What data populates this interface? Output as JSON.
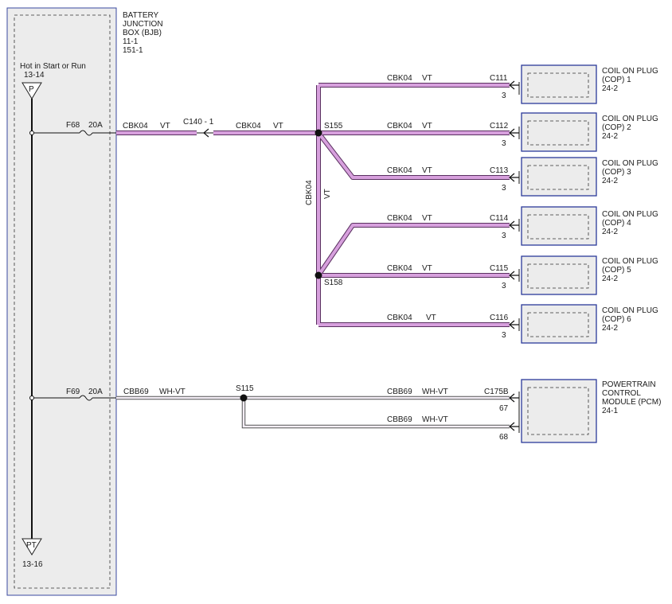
{
  "colors": {
    "wire_vt": "#d7a0dd",
    "wire_vt_edge": "#5a3060",
    "wire_whvt": "#f4eef6",
    "box_border": "#2b3a9a",
    "box_fill": "#ececec",
    "bjb_fill": "#ececec"
  },
  "bjb": {
    "title_lines": [
      "BATTERY",
      "JUNCTION",
      "BOX (BJB)",
      "11-1",
      "151-1"
    ],
    "hot_label": "Hot in Start or Run",
    "hot_ref": "13-14",
    "top_connector": "P",
    "bottom_connector": "PT",
    "bottom_ref": "13-16"
  },
  "fuses": [
    {
      "id": "F68",
      "rating": "20A"
    },
    {
      "id": "F69",
      "rating": "20A"
    }
  ],
  "wire_labels": {
    "cbk04": "CBK04",
    "vt": "VT",
    "cbb69": "CBB69",
    "whvt": "WH-VT",
    "vertical_cbk04": "CBK04",
    "vertical_vt": "VT"
  },
  "inline_connector": "C140 - 1",
  "splices": {
    "s155": "S155",
    "s158": "S158",
    "s115": "S115"
  },
  "coils": [
    {
      "connector": "C111",
      "pin": "3",
      "name_lines": [
        "COIL ON PLUG",
        "(COP) 1",
        "24-2"
      ]
    },
    {
      "connector": "C112",
      "pin": "3",
      "name_lines": [
        "COIL ON PLUG",
        "(COP) 2",
        "24-2"
      ]
    },
    {
      "connector": "C113",
      "pin": "3",
      "name_lines": [
        "COIL ON PLUG",
        "(COP) 3",
        "24-2"
      ]
    },
    {
      "connector": "C114",
      "pin": "3",
      "name_lines": [
        "COIL ON PLUG",
        "(COP) 4",
        "24-2"
      ]
    },
    {
      "connector": "C115",
      "pin": "3",
      "name_lines": [
        "COIL ON PLUG",
        "(COP) 5",
        "24-2"
      ]
    },
    {
      "connector": "C116",
      "pin": "3",
      "name_lines": [
        "COIL ON PLUG",
        "(COP) 6",
        "24-2"
      ]
    }
  ],
  "pcm": {
    "connector": "C175B",
    "pins": [
      "67",
      "68"
    ],
    "name_lines": [
      "POWERTRAIN",
      "CONTROL",
      "MODULE (PCM)",
      "24-1"
    ]
  }
}
